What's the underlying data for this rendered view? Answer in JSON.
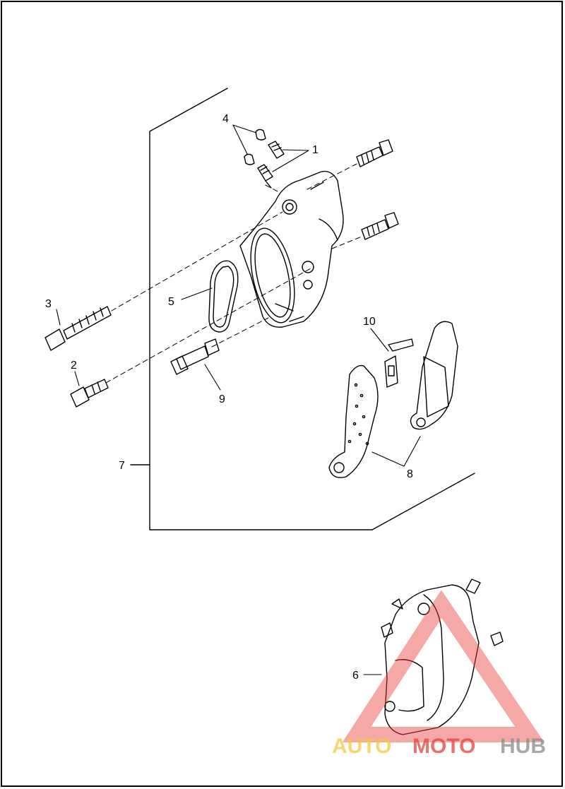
{
  "callouts": {
    "c1": "1",
    "c2": "2",
    "c3": "3",
    "c4": "4",
    "c5": "5",
    "c6": "6",
    "c7": "7",
    "c8": "8",
    "c9": "9",
    "c10": "10"
  },
  "watermark": {
    "part1": "AUTO",
    "part2": "MOTO",
    "part3": "HUB"
  },
  "colors": {
    "line": "#000000",
    "watermark_red": "#e8403a",
    "watermark_yellow": "#f5c842",
    "watermark_gray": "#8a8a8a"
  }
}
